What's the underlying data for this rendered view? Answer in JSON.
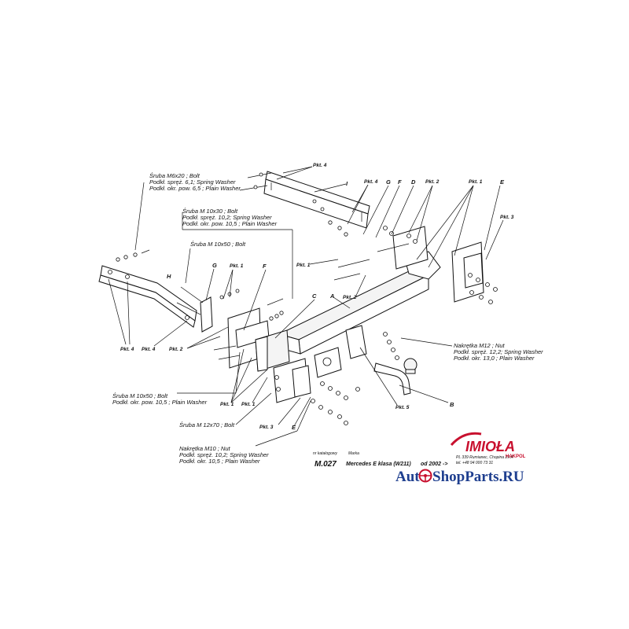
{
  "callouts": [
    {
      "id": "bolt-m6",
      "lines": [
        "Śruba M6x20 ; Bolt",
        "Podkł. spręż. 6,1; Spring Washer",
        "Podkł. okr. pow. 6,5 ; Plain Washer"
      ]
    },
    {
      "id": "bolt-m10x30",
      "lines": [
        "Śruba M 10x30 ; Bolt",
        "Podkł. spręż. 10,2; Spring Washer",
        "Podkł. okr. pow. 10,5 ; Plain Washer"
      ]
    },
    {
      "id": "bolt-m10x50-top",
      "lines": [
        "Śruba M 10x50 ; Bolt"
      ]
    },
    {
      "id": "bolt-m10x50-bottom",
      "lines": [
        "Śruba M 10x50 ; Bolt",
        "Podkł. okr. pow. 10,5 ; Plain Washer"
      ]
    },
    {
      "id": "bolt-m12x70",
      "lines": [
        "Śruba M 12x70 ; Bolt"
      ]
    },
    {
      "id": "nut-m10",
      "lines": [
        "Nakrętka  M10 ; Nut",
        "Podkł. spręż. 10,2; Spring Washer",
        "Podkł. okr. 10,5 ; Plain Washer"
      ]
    },
    {
      "id": "nut-m12",
      "lines": [
        "Nakrętka  M12 ; Nut",
        "Podkł. spręż.  12,2; Spring Washer",
        "Podkł. okr. 13,0 ; Plain Washer"
      ]
    }
  ],
  "tags": {
    "pkt1": "Pkt. 1",
    "pkt2": "Pkt. 2",
    "pkt3": "Pkt. 3",
    "pkt4": "Pkt. 4",
    "pkt5": "Pkt. 5"
  },
  "letters": {
    "A": "A",
    "B": "B",
    "C": "C",
    "D": "D",
    "E": "E",
    "F": "F",
    "G": "G",
    "H": "H",
    "I": "I"
  },
  "title_block": {
    "label_left": "nr katalogowy",
    "label_right": "Marka",
    "code": "M.027",
    "model": "Mercedes E klasa (W211)",
    "year": "od  2002 ->",
    "address_line1": "PL 339 Rumianec, Chopina 25 A",
    "address_line2": "tel. +48 94 000 73 31"
  },
  "brand": {
    "name": "IMIOŁA",
    "sub": "HAKPOL"
  },
  "watermark": {
    "part1": "Aut",
    "part2": "ShopParts.RU"
  },
  "colors": {
    "brand_red": "#c8102e",
    "watermark_blue": "#1f3f8f"
  }
}
